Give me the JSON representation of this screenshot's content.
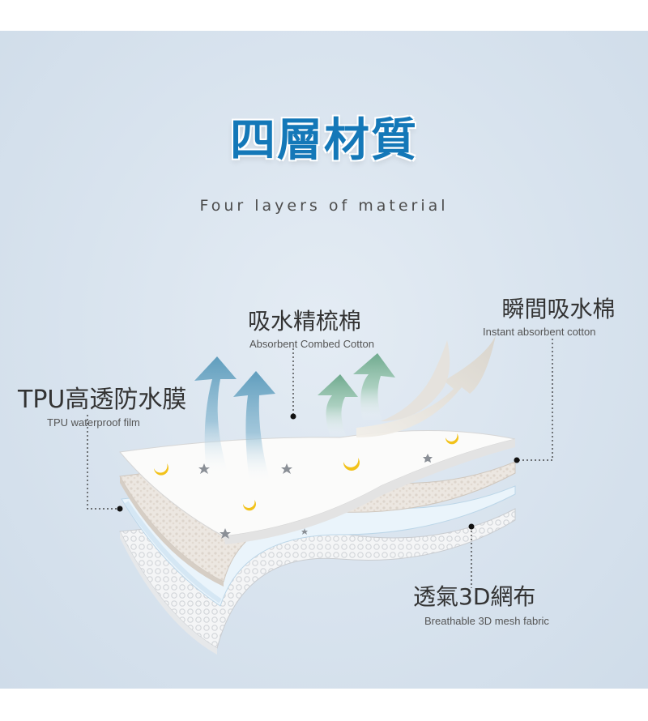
{
  "title": "四層材質",
  "subtitle": "Four layers of material",
  "layers": {
    "tpu": {
      "zh": "TPU高透防水膜",
      "en": "TPU waterproof film"
    },
    "combed": {
      "zh": "吸水精梳棉",
      "en": "Absorbent Combed Cotton"
    },
    "instant": {
      "zh": "瞬間吸水棉",
      "en": "Instant absorbent cotton"
    },
    "mesh": {
      "zh": "透氣3D網布",
      "en": "Breathable 3D mesh fabric"
    }
  },
  "colors": {
    "title": "#1478b8",
    "background": "#d8e3ee",
    "arrow_blue": "#6fa7c4",
    "arrow_green": "#7fb79c",
    "moon": "#f2c21a"
  }
}
